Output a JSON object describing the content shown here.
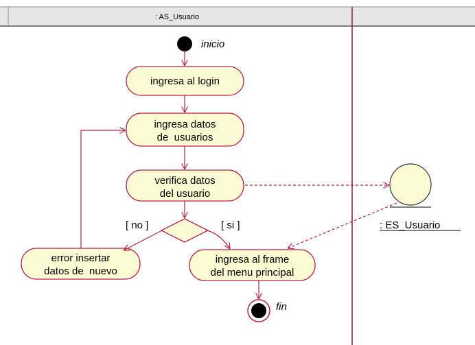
{
  "swimlanes": [
    {
      "title": ": AS_Usuario"
    },
    {
      "title": ""
    }
  ],
  "nodes": {
    "start_label": "inicio",
    "end_label": "fin",
    "login": [
      "ingresa al login"
    ],
    "user_data": [
      "ingresa datos",
      "de  usuarios"
    ],
    "verify": [
      "verifica datos",
      "del usuario"
    ],
    "error": [
      "error insertar",
      "datos de  nuevo"
    ],
    "main_menu": [
      "ingresa al frame",
      "del menu principal"
    ]
  },
  "guards": {
    "no": "[ no ]",
    "yes": "[ si ]"
  },
  "entity": {
    "name": ": ES_Usuario"
  },
  "colors": {
    "activity_fill": "#fcfbd4",
    "activity_stroke": "#b0204c",
    "edge": "#b0204c",
    "lane_line": "#8b1740",
    "header_fill": "#e6e6e6"
  }
}
